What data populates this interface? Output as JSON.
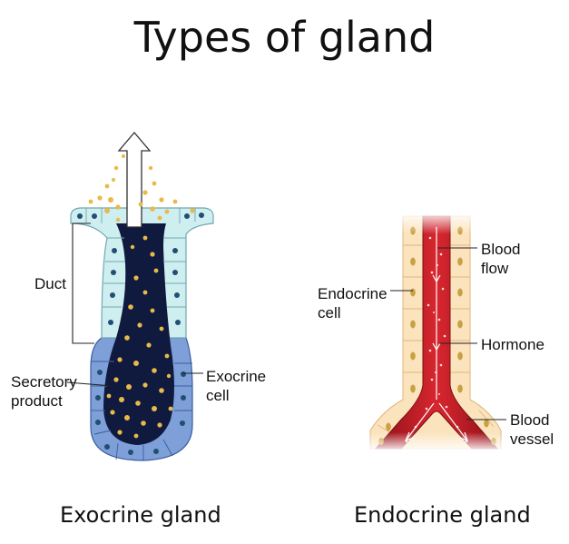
{
  "title": "Types of gland",
  "exocrine": {
    "caption": "Exocrine gland",
    "labels": {
      "duct": "Duct",
      "secretory_line1": "Secretory",
      "secretory_line2": "product",
      "cell_line1": "Exocrine",
      "cell_line2": "cell"
    }
  },
  "endocrine": {
    "caption": "Endocrine gland",
    "labels": {
      "cell_line1": "Endocrine",
      "cell_line2": "cell",
      "blood_flow_line1": "Blood",
      "blood_flow_line2": "flow",
      "hormone": "Hormone",
      "vessel_line1": "Blood",
      "vessel_line2": "vessel"
    }
  },
  "colors": {
    "duct_cell": "#cfeef0",
    "secretory_cell": "#7f9fd8",
    "lumen": "#0f1a3e",
    "nucleus": "#1f4f74",
    "granule": "#e9b94a",
    "endocrine_cell": "#fbe3bd",
    "endocrine_nucleus": "#c9a042",
    "blood": "#c8202a"
  }
}
